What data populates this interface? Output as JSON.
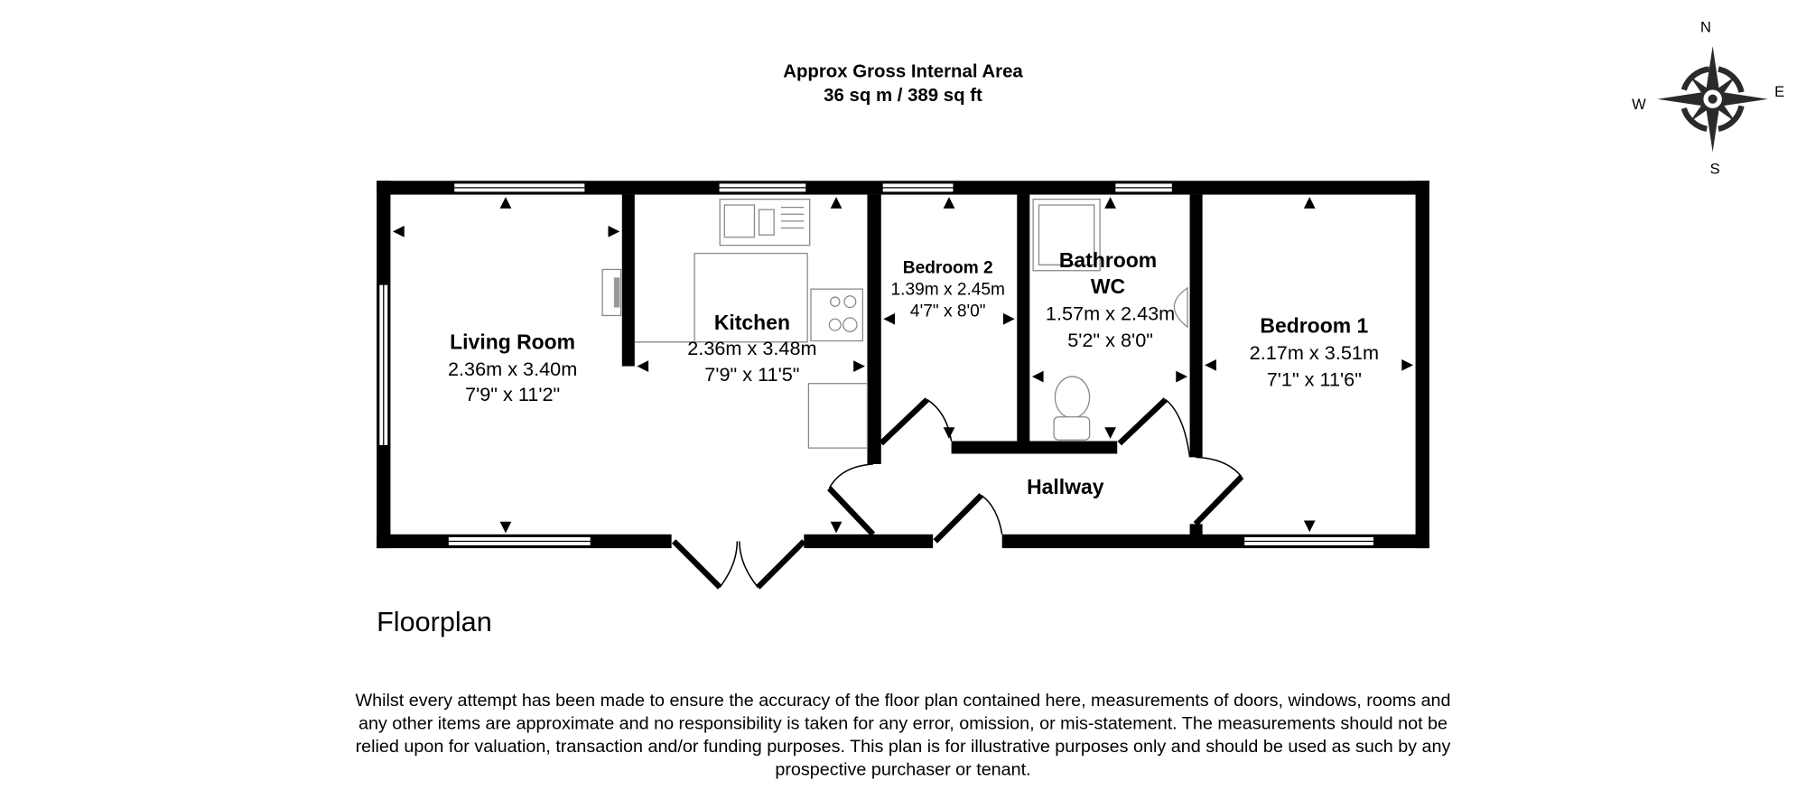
{
  "header": {
    "line1": "Approx Gross Internal Area",
    "line2": "36 sq m / 389 sq ft"
  },
  "compass": {
    "n": "N",
    "e": "E",
    "s": "S",
    "w": "W"
  },
  "rooms": {
    "living": {
      "name": "Living Room",
      "metric": "2.36m x 3.40m",
      "imperial": "7'9\" x 11'2\""
    },
    "kitchen": {
      "name": "Kitchen",
      "metric": "2.36m x 3.48m",
      "imperial": "7'9\" x 11'5\""
    },
    "bedroom2": {
      "name": "Bedroom 2",
      "metric": "1.39m x 2.45m",
      "imperial": "4'7\" x 8'0\""
    },
    "bathroom": {
      "name": "Bathroom",
      "name2": "WC",
      "metric": "1.57m x 2.43m",
      "imperial": "5'2\" x 8'0\""
    },
    "bedroom1": {
      "name": "Bedroom 1",
      "metric": "2.17m x 3.51m",
      "imperial": "7'1\" x 11'6\""
    },
    "hallway": {
      "name": "Hallway"
    }
  },
  "floor_label": "Floorplan",
  "disclaimer": [
    "Whilst every attempt has been made to ensure the accuracy of the floor plan contained here, measurements of doors, windows, rooms and",
    "any other items are approximate and no responsibility is taken for any error, omission, or mis-statement. The measurements should not be",
    "relied upon for valuation, transaction and/or funding purposes. This plan is for illustrative purposes only and should be used as such by any",
    "prospective purchaser or tenant."
  ]
}
